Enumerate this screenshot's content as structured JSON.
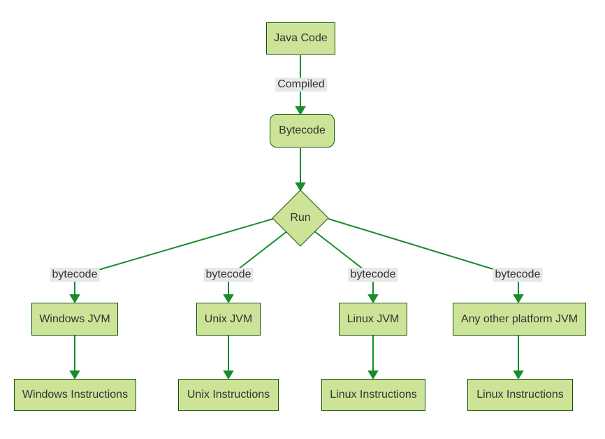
{
  "diagram": {
    "type": "flowchart",
    "nodes": {
      "java_code": "Java Code",
      "bytecode": "Bytecode",
      "run": "Run",
      "windows_jvm": "Windows JVM",
      "unix_jvm": "Unix JVM",
      "linux_jvm": "Linux JVM",
      "other_jvm": "Any other platform JVM",
      "windows_instructions": "Windows Instructions",
      "unix_instructions": "Unix Instructions",
      "linux_instructions": "Linux Instructions",
      "other_instructions": "Linux Instructions"
    },
    "edge_labels": {
      "compiled": "Compiled",
      "bytecode": [
        "bytecode",
        "bytecode",
        "bytecode",
        "bytecode"
      ]
    },
    "edges": [
      {
        "from": "java_code",
        "to": "bytecode",
        "label": "Compiled"
      },
      {
        "from": "bytecode",
        "to": "run",
        "label": ""
      },
      {
        "from": "run",
        "to": "windows_jvm",
        "label": "bytecode"
      },
      {
        "from": "run",
        "to": "unix_jvm",
        "label": "bytecode"
      },
      {
        "from": "run",
        "to": "linux_jvm",
        "label": "bytecode"
      },
      {
        "from": "run",
        "to": "other_jvm",
        "label": "bytecode"
      },
      {
        "from": "windows_jvm",
        "to": "windows_instructions",
        "label": ""
      },
      {
        "from": "unix_jvm",
        "to": "unix_instructions",
        "label": ""
      },
      {
        "from": "linux_jvm",
        "to": "linux_instructions",
        "label": ""
      },
      {
        "from": "other_jvm",
        "to": "other_instructions",
        "label": ""
      }
    ],
    "colors": {
      "node_fill": "#cde498",
      "node_border": "#13540c",
      "edge_color": "#188c2c",
      "label_bg": "#e8e8e8",
      "text": "#333333",
      "background": "#ffffff"
    }
  }
}
